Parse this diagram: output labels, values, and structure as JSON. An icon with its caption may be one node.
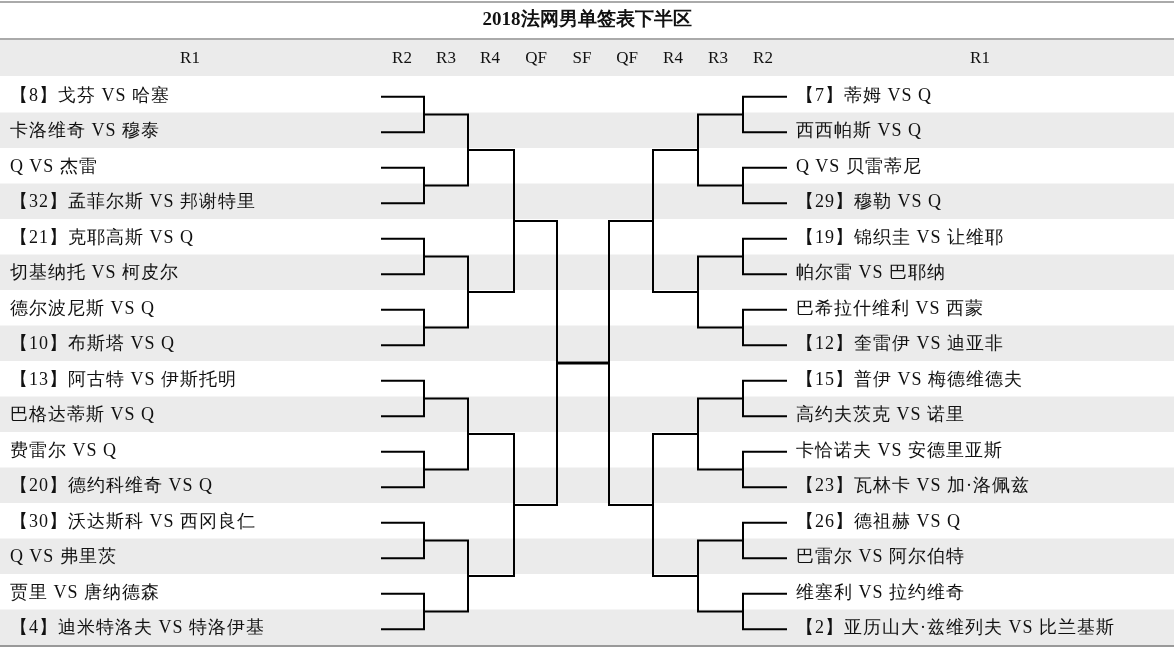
{
  "diagram": {
    "title": "2018法网男单签表下半区",
    "labels": [
      "R1",
      "R2",
      "R3",
      "R4",
      "QF",
      "SF",
      "QF",
      "R4",
      "R3",
      "R2",
      "R1",
      "【8】戈芬 VS 哈塞",
      "【7】蒂姆 VS Q",
      "卡洛维奇 VS 穆泰",
      "西西帕斯 VS Q",
      "Q VS 杰雷",
      "Q VS 贝雷蒂尼",
      "【32】孟菲尔斯 VS 邦谢特里",
      "【29】穆勒 VS Q",
      "【21】克耶高斯 VS Q",
      "【19】锦织圭 VS 让维耶",
      "切基纳托 VS 柯皮尔",
      "帕尔雷 VS 巴耶纳",
      "德尔波尼斯 VS Q",
      "巴希拉什维利 VS 西蒙",
      "【10】布斯塔 VS Q",
      "【12】奎雷伊 VS 迪亚非",
      "【13】阿古特 VS 伊斯托明",
      "【15】普伊 VS 梅德维德夫",
      "巴格达蒂斯 VS Q",
      "高约夫茨克 VS 诺里",
      "费雷尔 VS Q",
      "卡恰诺夫 VS 安德里亚斯",
      "【20】德约科维奇 VS Q",
      "【23】瓦林卡 VS 加·洛佩兹",
      "【30】沃达斯科 VS 西冈良仁",
      "【26】德祖赫 VS Q",
      "Q VS 弗里茨",
      "巴雷尔 VS 阿尔伯特",
      "贾里 VS 唐纳德森",
      "维塞利 VS 拉约维奇",
      "【4】迪米特洛夫 VS 特洛伊基",
      "【2】亚历山大·兹维列夫 VS 比兰基斯"
    ]
  }
}
